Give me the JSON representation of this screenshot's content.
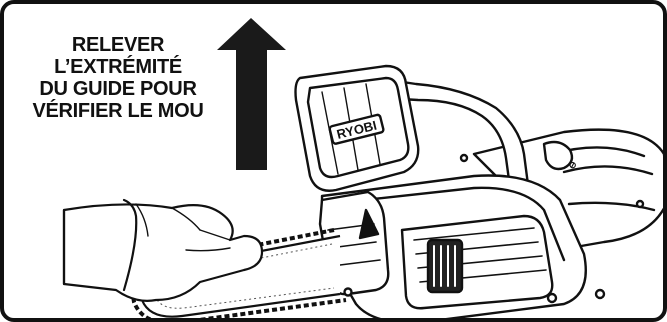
{
  "instruction": {
    "lines": [
      "RELEVER",
      "L’EXTRÉMITÉ",
      "DU GUIDE POUR",
      "VÉRIFIER LE MOU"
    ]
  },
  "brand_label": "RYOBI",
  "icons": {
    "arrow": "up-arrow-icon",
    "hand": "gloved-hand-icon",
    "saw": "chainsaw-illustration",
    "chain": "chain-icon"
  },
  "colors": {
    "ink": "#111111",
    "background": "#ffffff",
    "arrow_fill": "#1a1a1a"
  }
}
